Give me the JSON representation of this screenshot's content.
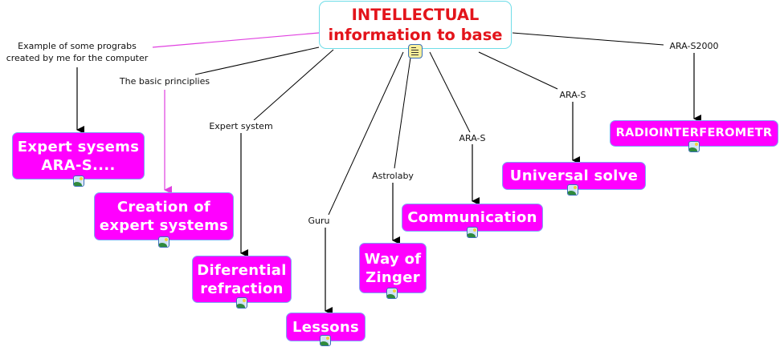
{
  "root": {
    "title_line1": "INTELLECTUAL",
    "title_line2": "information to base",
    "icon": "document-note-icon"
  },
  "colors": {
    "node_fill": "#ff00ff",
    "node_text": "#ffffff",
    "root_text": "#e3141b",
    "root_border": "#6fdde8",
    "highlight_link": "#e040e0",
    "default_link": "#000000"
  },
  "links": [
    {
      "label": "Example of some prograbs\ncreated by me for the computer",
      "target": "Expert sysems\nARA-S....",
      "color": "highlight_link_to_label"
    },
    {
      "label": "The basic principlies",
      "target": "Creation of\nexpert systems",
      "color": "highlight_link_to_node"
    },
    {
      "label": "Expert system",
      "target": "Diferential\nrefraction"
    },
    {
      "label": "Guru",
      "target": "Lessons"
    },
    {
      "label": "Astrolaby",
      "target": "Way of\nZinger"
    },
    {
      "label": "ARA-S",
      "target": "Communication"
    },
    {
      "label": "ARA-S",
      "target": "Universal  solve"
    },
    {
      "label": "ARA-S2000",
      "target": "RADIOINTERFEROMETR"
    }
  ],
  "nodes": [
    {
      "text": "Expert sysems\nARA-S....",
      "icon": "image-icon"
    },
    {
      "text": "Creation of\nexpert systems",
      "icon": "image-icon"
    },
    {
      "text": "Diferential\nrefraction",
      "icon": "image-icon"
    },
    {
      "text": "Lessons",
      "icon": "image-icon"
    },
    {
      "text": "Way of\nZinger",
      "icon": "image-icon"
    },
    {
      "text": "Communication",
      "icon": "image-icon"
    },
    {
      "text": "Universal  solve",
      "icon": "image-icon"
    },
    {
      "text": "RADIOINTERFEROMETR",
      "icon": "image-icon"
    }
  ],
  "labels": [
    "Example of some prograbs\ncreated by me for the computer",
    "The basic principlies",
    "Expert system",
    "Guru",
    "Astrolaby",
    "ARA-S",
    "ARA-S",
    "ARA-S2000"
  ]
}
